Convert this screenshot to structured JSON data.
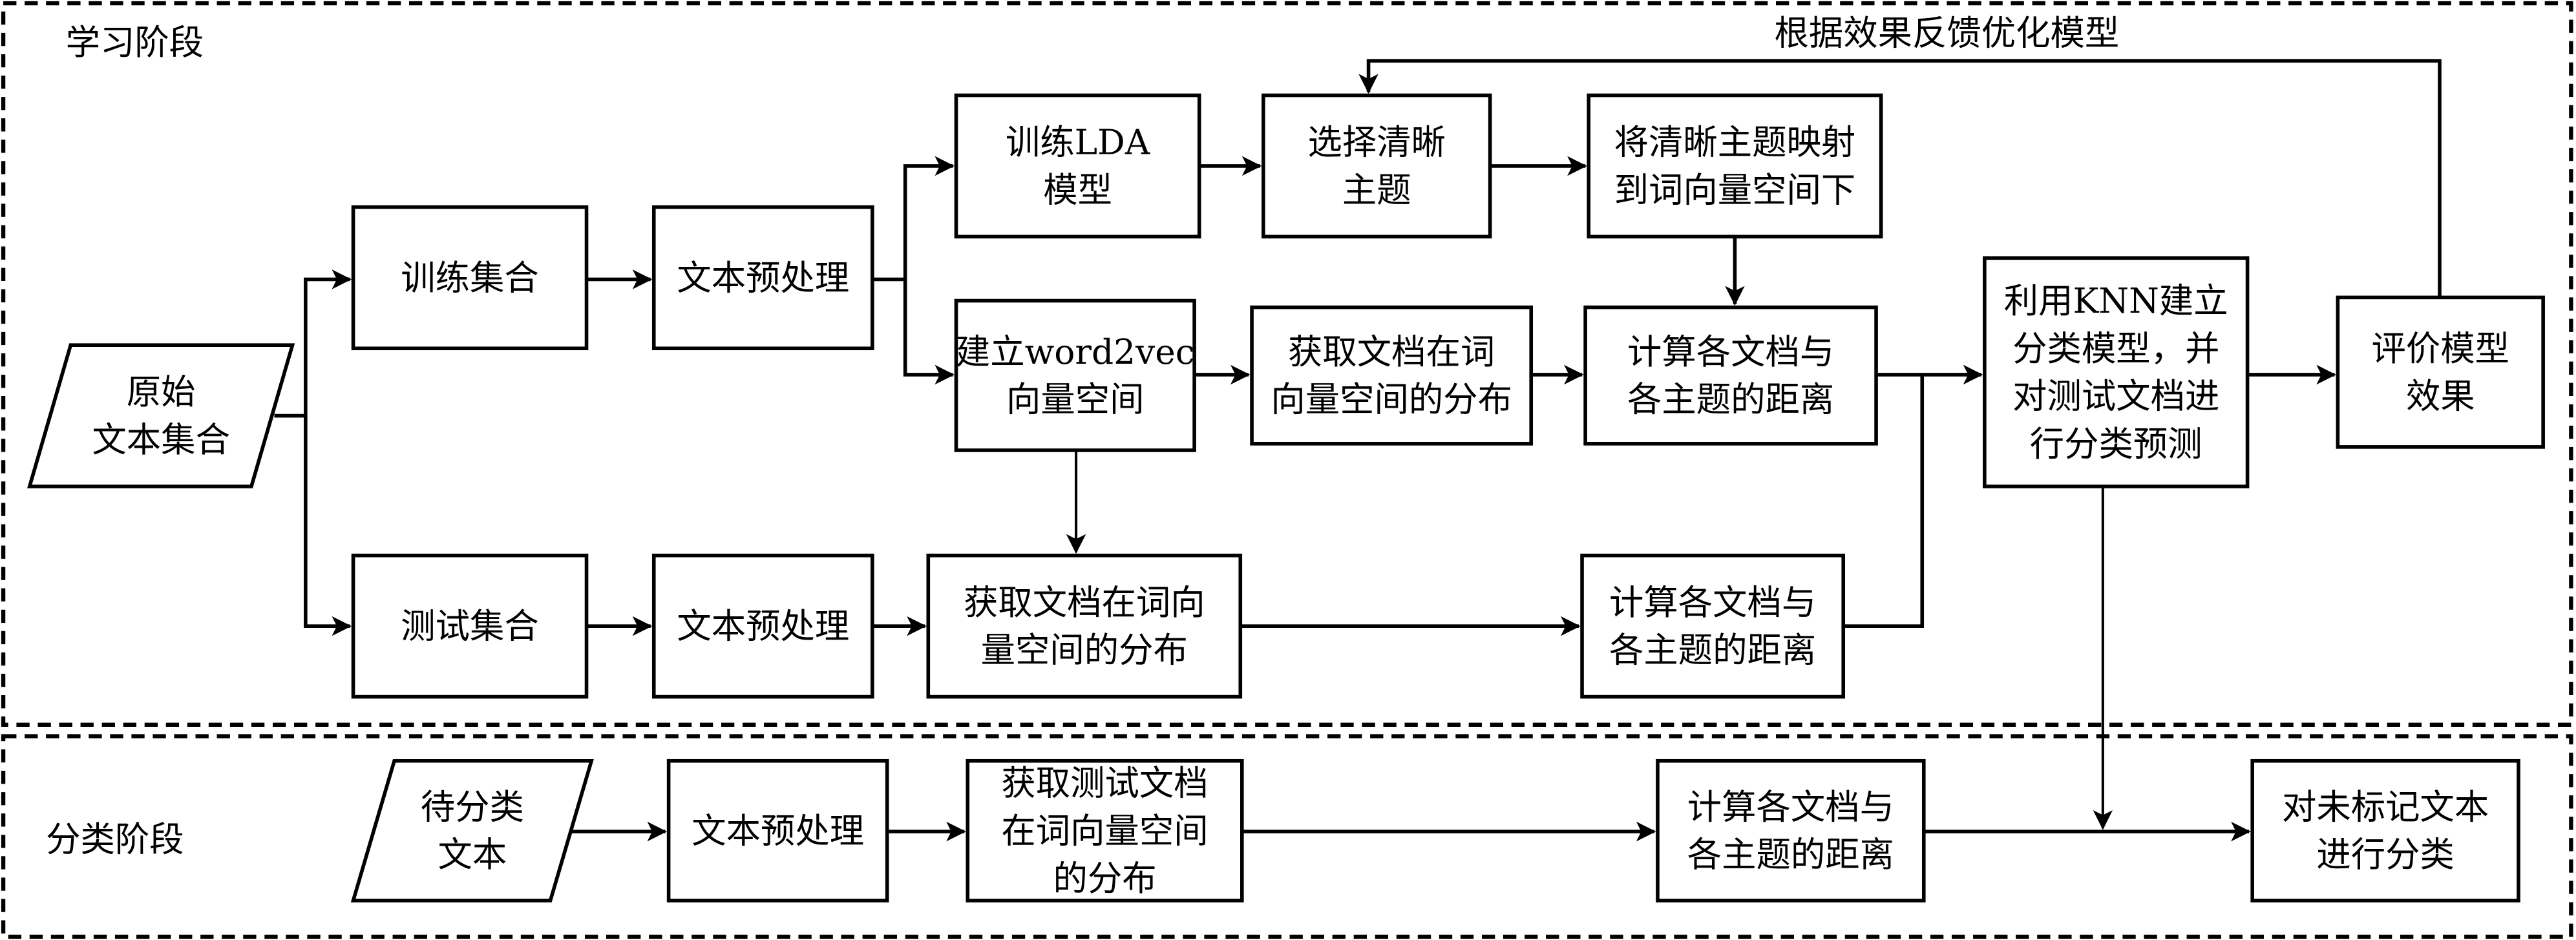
{
  "stages": {
    "learning": {
      "label": "学习阶段"
    },
    "classification": {
      "label": "分类阶段"
    }
  },
  "feedback_label": "根据效果反馈优化模型",
  "nodes": {
    "raw_corpus": {
      "lines": [
        "原始",
        "文本集合"
      ],
      "shape": "parallelogram"
    },
    "train_set": {
      "lines": [
        "训练集合"
      ]
    },
    "preprocess_train": {
      "lines": [
        "文本预处理"
      ]
    },
    "train_lda": {
      "lines": [
        "训练LDA",
        "模型"
      ]
    },
    "select_topics": {
      "lines": [
        "选择清晰",
        "主题"
      ]
    },
    "map_topics": {
      "lines": [
        "将清晰主题映射",
        "到词向量空间下"
      ]
    },
    "build_w2v": {
      "lines": [
        "建立word2vec",
        "向量空间"
      ]
    },
    "doc_dist_train": {
      "lines": [
        "获取文档在词",
        "向量空间的分布"
      ]
    },
    "dist_train": {
      "lines": [
        "计算各文档与",
        "各主题的距离"
      ]
    },
    "knn": {
      "lines": [
        "利用KNN建立",
        "分类模型，并",
        "对测试文档进",
        "行分类预测"
      ]
    },
    "evaluate": {
      "lines": [
        "评价模型",
        "效果"
      ]
    },
    "test_set": {
      "lines": [
        "测试集合"
      ]
    },
    "preprocess_test": {
      "lines": [
        "文本预处理"
      ]
    },
    "doc_dist_test": {
      "lines": [
        "获取文档在词向",
        "量空间的分布"
      ]
    },
    "dist_test": {
      "lines": [
        "计算各文档与",
        "各主题的距离"
      ]
    },
    "unclassified": {
      "lines": [
        "待分类",
        "文本"
      ],
      "shape": "parallelogram"
    },
    "preprocess_new": {
      "lines": [
        "文本预处理"
      ]
    },
    "doc_dist_new": {
      "lines": [
        "获取测试文档",
        "在词向量空间",
        "的分布"
      ]
    },
    "dist_new": {
      "lines": [
        "计算各文档与",
        "各主题的距离"
      ]
    },
    "classify": {
      "lines": [
        "对未标记文本",
        "进行分类"
      ]
    }
  },
  "edges": [
    [
      "raw_corpus",
      "train_set"
    ],
    [
      "raw_corpus",
      "test_set"
    ],
    [
      "train_set",
      "preprocess_train"
    ],
    [
      "preprocess_train",
      "train_lda"
    ],
    [
      "preprocess_train",
      "build_w2v"
    ],
    [
      "train_lda",
      "select_topics"
    ],
    [
      "select_topics",
      "map_topics"
    ],
    [
      "map_topics",
      "dist_train"
    ],
    [
      "build_w2v",
      "doc_dist_train"
    ],
    [
      "doc_dist_train",
      "dist_train"
    ],
    [
      "build_w2v",
      "doc_dist_test"
    ],
    [
      "dist_train",
      "knn"
    ],
    [
      "dist_test",
      "knn"
    ],
    [
      "knn",
      "evaluate"
    ],
    [
      "evaluate",
      "select_topics"
    ],
    [
      "test_set",
      "preprocess_test"
    ],
    [
      "preprocess_test",
      "doc_dist_test"
    ],
    [
      "doc_dist_test",
      "dist_test"
    ],
    [
      "unclassified",
      "preprocess_new"
    ],
    [
      "preprocess_new",
      "doc_dist_new"
    ],
    [
      "doc_dist_new",
      "dist_new"
    ],
    [
      "dist_new",
      "classify"
    ],
    [
      "knn",
      "classify"
    ]
  ]
}
